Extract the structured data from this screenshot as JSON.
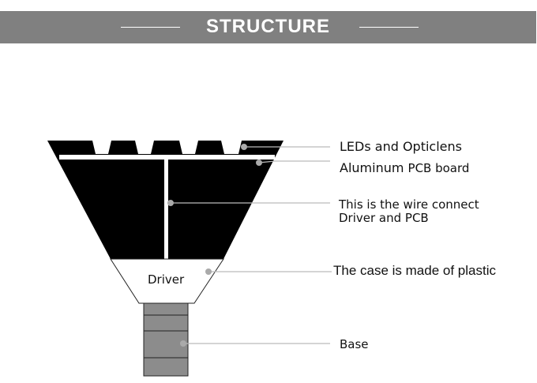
{
  "header": {
    "title": "STRUCTURE"
  },
  "diagram": {
    "driver_label": "Driver",
    "callouts": [
      {
        "part": "leds",
        "text_a": "LEDs and Optic",
        "text_b": "lens"
      },
      {
        "part": "pcb",
        "text_a": "Aluminum",
        "text_b": "PCB board"
      },
      {
        "part": "wire",
        "line1": "This is the wire connect",
        "line2": "Driver and PCB"
      },
      {
        "part": "case",
        "text": "The case is made of plastic"
      },
      {
        "part": "base",
        "text": "Base"
      }
    ]
  },
  "colors": {
    "banner": "#808080",
    "body": "#000000",
    "base": "#8c8c8c",
    "callout_line": "#bbbbbb"
  }
}
